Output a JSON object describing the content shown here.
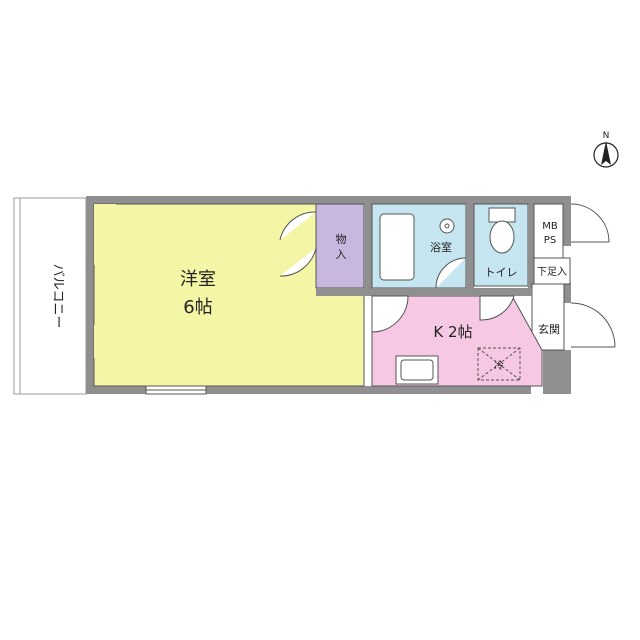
{
  "compass": {
    "label": "N"
  },
  "rooms": {
    "western_room": {
      "name": "洋室",
      "size": "6帖"
    },
    "storage": {
      "name_top": "物",
      "name_bottom": "入"
    },
    "bathroom": {
      "name": "浴室"
    },
    "toilet": {
      "name": "トイレ"
    },
    "mbps": {
      "line1": "MB",
      "line2": "PS"
    },
    "shoe_storage": {
      "name": "下足入"
    },
    "entrance": {
      "name": "玄関"
    },
    "kitchen": {
      "name": "K 2帖"
    },
    "fridge": {
      "name": "冷"
    },
    "balcony": {
      "name": "バルコニー"
    }
  },
  "colors": {
    "western_room": "#f5f5a6",
    "storage": "#c8b8e0",
    "bath": "#c5e6f0",
    "kitchen": "#f6c8e4",
    "wall": "#8f8f8f"
  }
}
